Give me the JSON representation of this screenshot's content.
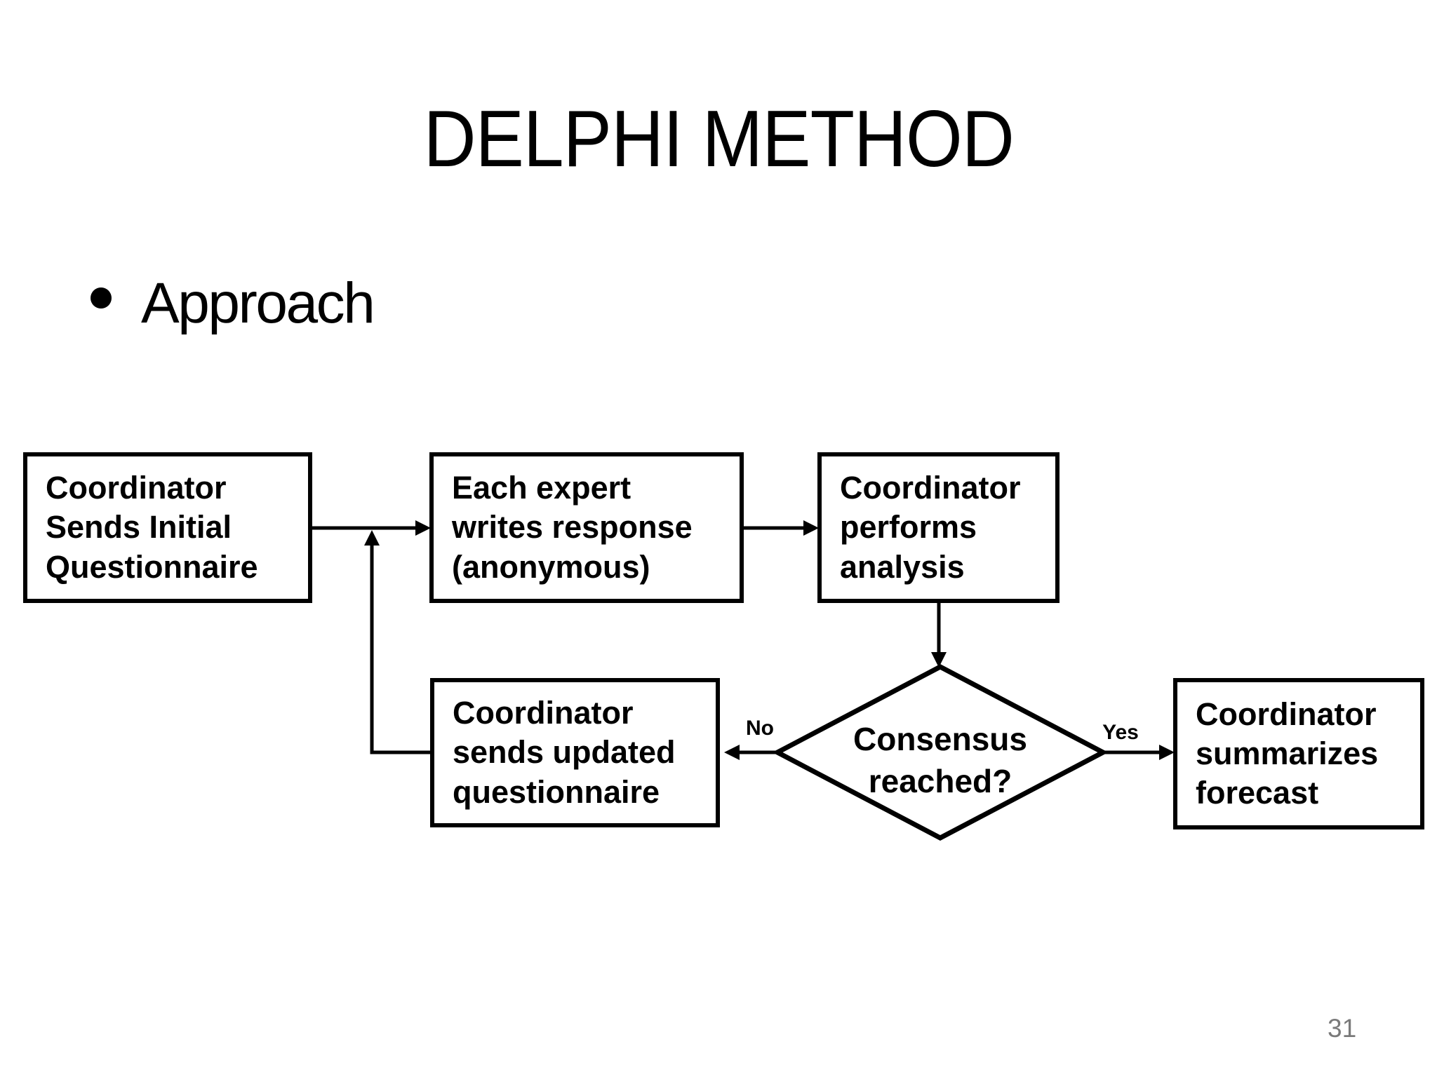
{
  "slide": {
    "title": "DELPHI METHOD",
    "bullet": "Approach",
    "page_number": "31"
  },
  "flowchart": {
    "boxes": [
      {
        "id": "initial-questionnaire",
        "label": "Coordinator\nSends Initial\nQuestionnaire"
      },
      {
        "id": "expert-response",
        "label": "Each expert\nwrites response\n(anonymous)"
      },
      {
        "id": "performs-analysis",
        "label": "Coordinator\nperforms\nanalysis"
      },
      {
        "id": "updated-questionnaire",
        "label": "Coordinator\nsends updated\nquestionnaire"
      },
      {
        "id": "summarizes-forecast",
        "label": "Coordinator\nsummarizes\nforecast"
      }
    ],
    "decision": {
      "id": "consensus-reached",
      "label": "Consensus\nreached?"
    },
    "edge_labels": {
      "no": "No",
      "yes": "Yes"
    }
  },
  "colors": {
    "ink": "#000000",
    "background": "#ffffff",
    "page_number": "#7a7a7a"
  }
}
